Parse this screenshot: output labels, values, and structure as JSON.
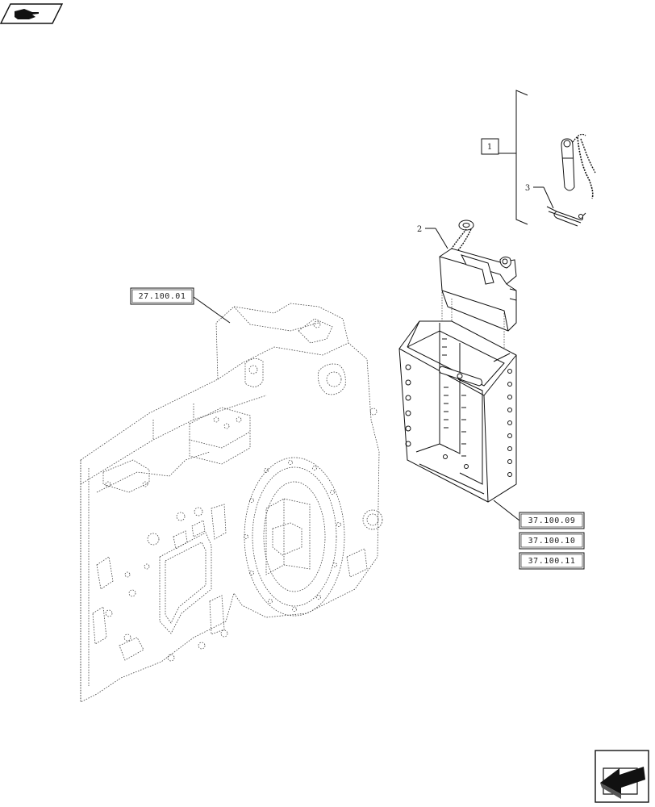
{
  "nav": {
    "prev_icon": "hand-pointing-right-icon",
    "next_icon": "arrow-into-box-icon"
  },
  "references": {
    "housing": "27.100.01",
    "drawbar_1": "37.100.09",
    "drawbar_2": "37.100.10",
    "drawbar_3": "37.100.11"
  },
  "callouts": {
    "kit": "1",
    "block": "2",
    "pin": "3"
  }
}
